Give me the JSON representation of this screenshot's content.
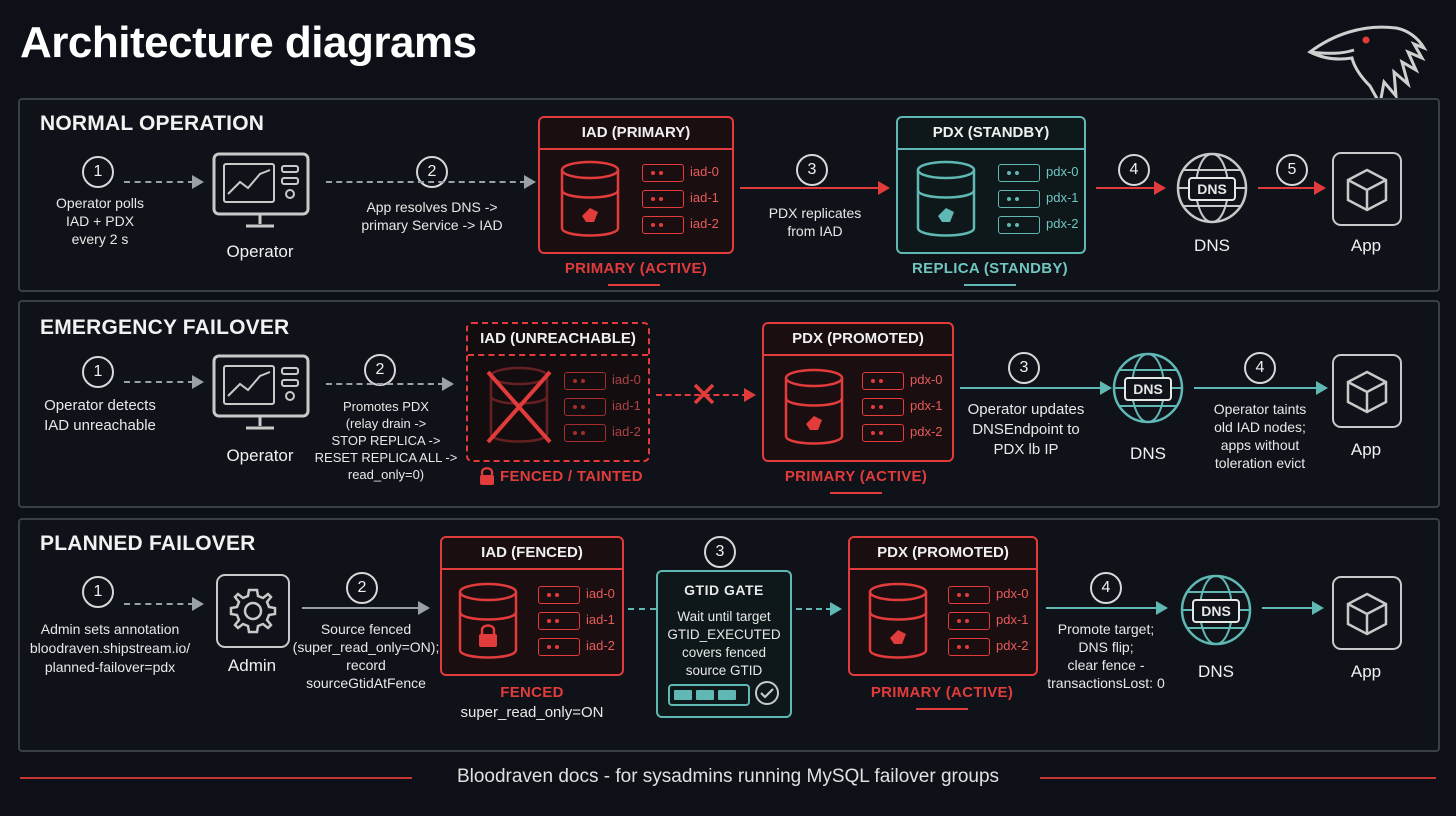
{
  "title": "Architecture diagrams",
  "colors": {
    "accent_red": "#e23b3b",
    "accent_teal": "#5fb8b4",
    "background": "#0d1017"
  },
  "logo_icon": "raven-head-icon",
  "normal": {
    "title": "NORMAL OPERATION",
    "steps": [
      "1",
      "2",
      "3",
      "4",
      "5"
    ],
    "step1_lines": [
      "Operator polls",
      "IAD + PDX",
      "every 2 s"
    ],
    "operator_label": "Operator",
    "step2_lines": [
      "App resolves DNS ->",
      "primary Service -> IAD"
    ],
    "iad": {
      "header": "IAD (PRIMARY)",
      "nodes": [
        "iad-0",
        "iad-1",
        "iad-2"
      ],
      "status": "PRIMARY (ACTIVE)"
    },
    "step3_lines": [
      "PDX replicates",
      "from IAD"
    ],
    "pdx": {
      "header": "PDX (STANDBY)",
      "nodes": [
        "pdx-0",
        "pdx-1",
        "pdx-2"
      ],
      "status": "REPLICA (STANDBY)"
    },
    "dns_label": "DNS",
    "dns_text": "DNS",
    "app_label": "App"
  },
  "emergency": {
    "title": "EMERGENCY FAILOVER",
    "steps": [
      "1",
      "2",
      "3",
      "4"
    ],
    "step1_lines": [
      "Operator detects",
      "IAD unreachable"
    ],
    "operator_label": "Operator",
    "step2_lines": [
      "Promotes PDX",
      "(relay drain ->",
      "STOP REPLICA ->",
      "RESET REPLICA ALL ->",
      "read_only=0)"
    ],
    "iad": {
      "header": "IAD (UNREACHABLE)",
      "nodes": [
        "iad-0",
        "iad-1",
        "iad-2"
      ],
      "status": "FENCED / TAINTED"
    },
    "pdx": {
      "header": "PDX (PROMOTED)",
      "nodes": [
        "pdx-0",
        "pdx-1",
        "pdx-2"
      ],
      "status": "PRIMARY (ACTIVE)"
    },
    "step3_lines": [
      "Operator updates",
      "DNSEndpoint to",
      "PDX lb IP"
    ],
    "dns_label": "DNS",
    "dns_text": "DNS",
    "step4_lines": [
      "Operator taints",
      "old IAD nodes;",
      "apps without",
      "toleration evict"
    ],
    "app_label": "App"
  },
  "planned": {
    "title": "PLANNED FAILOVER",
    "steps": [
      "1",
      "2",
      "3",
      "4"
    ],
    "step1_lines": [
      "Admin sets annotation",
      "bloodraven.shipstream.io/",
      "planned-failover=pdx"
    ],
    "admin_label": "Admin",
    "step2_lines": [
      "Source fenced",
      "(super_read_only=ON);",
      "record",
      "sourceGtidAtFence"
    ],
    "iad": {
      "header": "IAD (FENCED)",
      "nodes": [
        "iad-0",
        "iad-1",
        "iad-2"
      ],
      "status": "FENCED",
      "substatus": "super_read_only=ON"
    },
    "gate": {
      "title": "GTID GATE",
      "lines": [
        "Wait until target",
        "GTID_EXECUTED",
        "covers fenced",
        "source GTID"
      ]
    },
    "pdx": {
      "header": "PDX (PROMOTED)",
      "nodes": [
        "pdx-0",
        "pdx-1",
        "pdx-2"
      ],
      "status": "PRIMARY (ACTIVE)"
    },
    "step4_lines": [
      "Promote target;",
      "DNS flip;",
      "clear fence -",
      "transactionsLost: 0"
    ],
    "dns_label": "DNS",
    "dns_text": "DNS",
    "app_label": "App"
  },
  "footer": "Bloodraven docs - for sysadmins running MySQL failover groups"
}
